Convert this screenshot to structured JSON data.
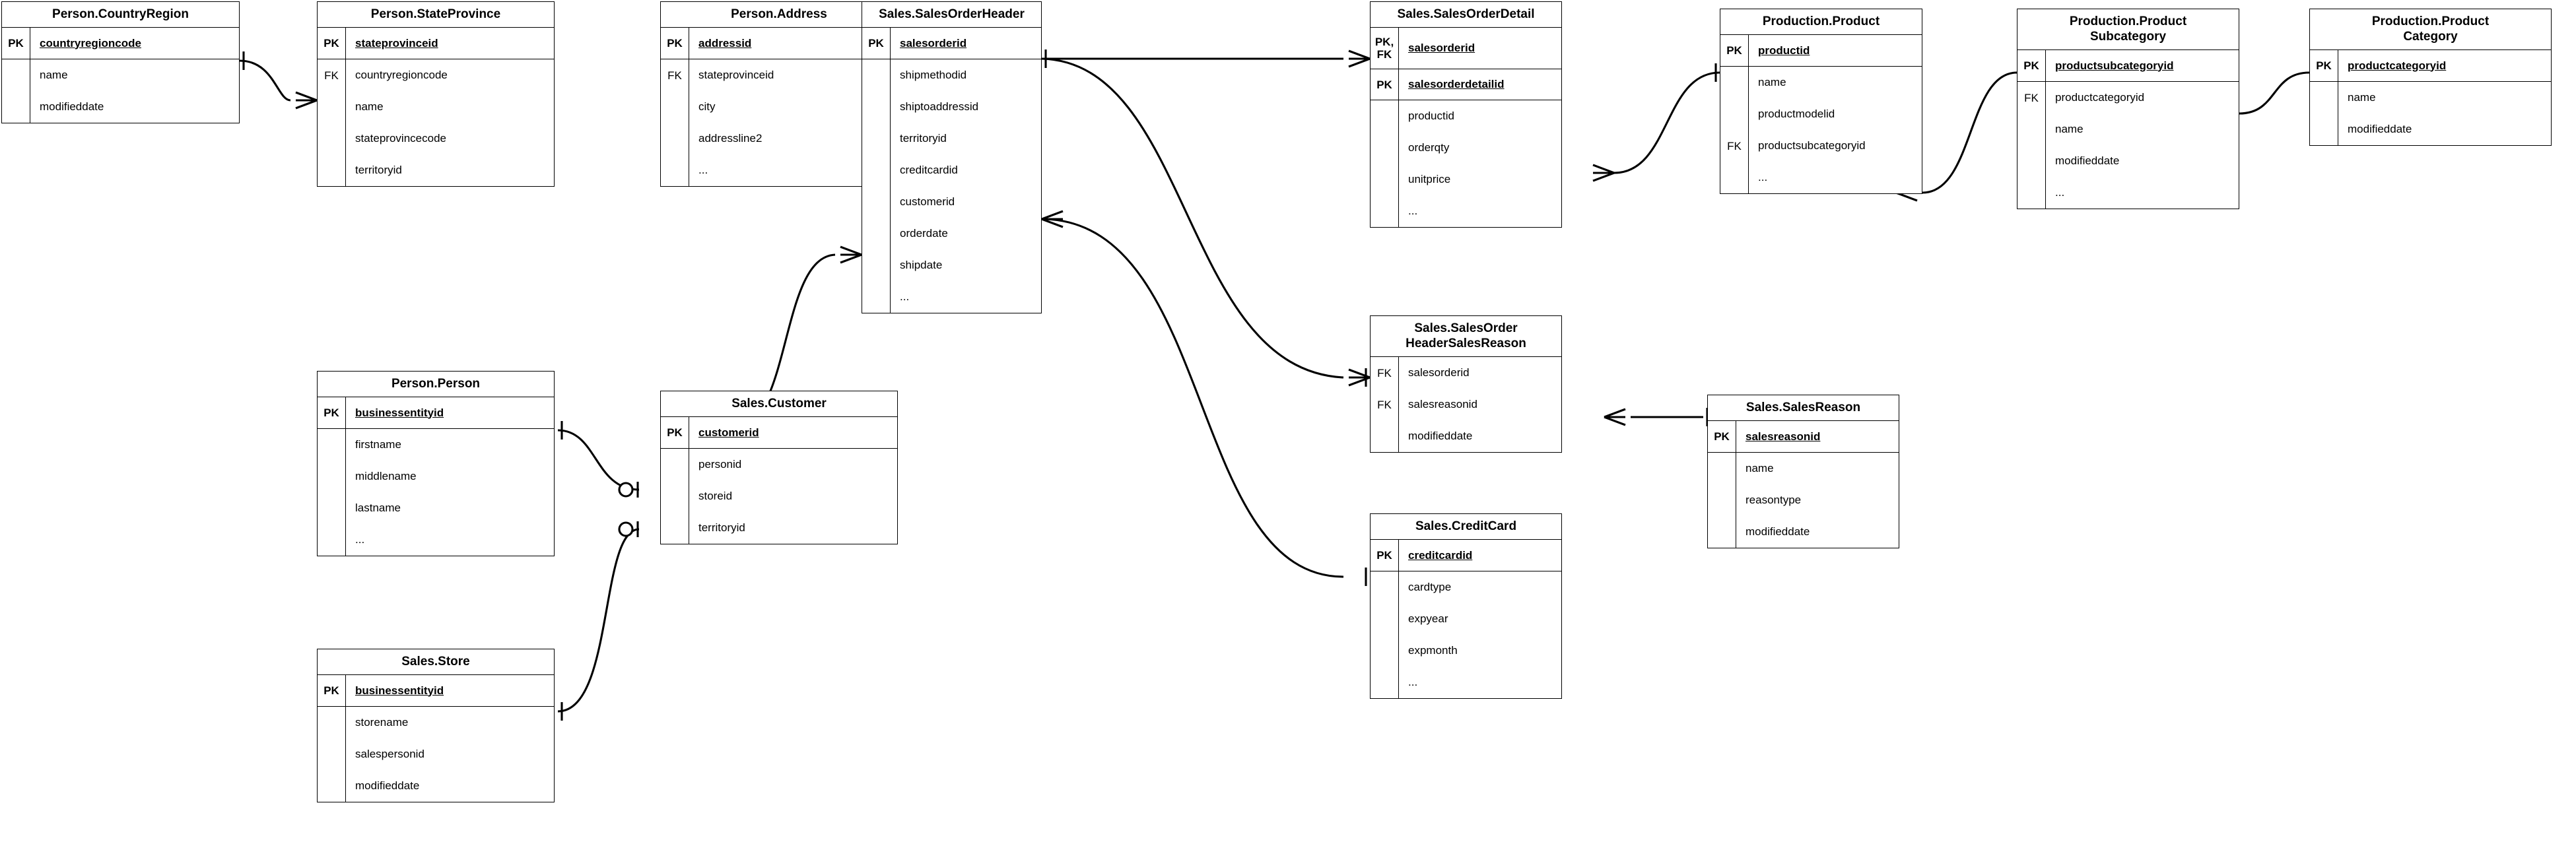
{
  "diagram": {
    "kind": "entity-relationship-diagram",
    "notation": "crow's-foot",
    "colors": {
      "background": "#ffffff",
      "stroke": "#000000",
      "fill": "#ffffff",
      "text": "#000000"
    },
    "key_labels": {
      "pk": "PK",
      "fk": "FK",
      "pk_fk": "PK,\nFK"
    },
    "ellipsis": "..."
  },
  "entities": [
    {
      "id": "person-countryregion",
      "title": "Person.CountryRegion",
      "pk": [
        {
          "key": "PK",
          "name": "countryregioncode"
        }
      ],
      "fields": [
        {
          "key": "",
          "name": "name"
        },
        {
          "key": "",
          "name": "modifieddate"
        }
      ]
    },
    {
      "id": "person-stateprovince",
      "title": "Person.StateProvince",
      "pk": [
        {
          "key": "PK",
          "name": "stateprovinceid"
        }
      ],
      "fields": [
        {
          "key": "FK",
          "name": "countryregioncode"
        },
        {
          "key": "",
          "name": "name"
        },
        {
          "key": "",
          "name": "stateprovincecode"
        },
        {
          "key": "",
          "name": "territoryid"
        }
      ]
    },
    {
      "id": "person-address",
      "title": "Person.Address",
      "pk": [
        {
          "key": "PK",
          "name": "addressid"
        }
      ],
      "fields": [
        {
          "key": "FK",
          "name": "stateprovinceid"
        },
        {
          "key": "",
          "name": "city"
        },
        {
          "key": "",
          "name": "addressline2"
        },
        {
          "key": "",
          "name": "..."
        }
      ]
    },
    {
      "id": "sales-salesorderheader",
      "title": "Sales.SalesOrderHeader",
      "pk": [
        {
          "key": "PK",
          "name": "salesorderid"
        }
      ],
      "fields": [
        {
          "key": "",
          "name": "shipmethodid"
        },
        {
          "key": "",
          "name": "shiptoaddressid"
        },
        {
          "key": "",
          "name": "territoryid"
        },
        {
          "key": "",
          "name": "creditcardid"
        },
        {
          "key": "",
          "name": "customerid"
        },
        {
          "key": "",
          "name": "orderdate"
        },
        {
          "key": "",
          "name": "shipdate"
        },
        {
          "key": "",
          "name": "..."
        }
      ]
    },
    {
      "id": "sales-salesorderdetail",
      "title": "Sales.SalesOrderDetail",
      "pk": [
        {
          "key": "PK,\nFK",
          "name": "salesorderid"
        },
        {
          "key": "PK",
          "name": "salesorderdetailid"
        }
      ],
      "fields": [
        {
          "key": "",
          "name": "productid"
        },
        {
          "key": "",
          "name": "orderqty"
        },
        {
          "key": "",
          "name": "unitprice"
        },
        {
          "key": "",
          "name": "..."
        }
      ]
    },
    {
      "id": "production-product",
      "title": "Production.Product",
      "pk": [
        {
          "key": "PK",
          "name": "productid"
        }
      ],
      "fields": [
        {
          "key": "",
          "name": "name"
        },
        {
          "key": "",
          "name": "productmodelid"
        },
        {
          "key": "FK",
          "name": "productsubcategoryid"
        },
        {
          "key": "",
          "name": "..."
        }
      ]
    },
    {
      "id": "production-productsubcategory",
      "title": "Production.Product\nSubcategory",
      "pk": [
        {
          "key": "PK",
          "name": "productsubcategoryid"
        }
      ],
      "fields": [
        {
          "key": "FK",
          "name": "productcategoryid"
        },
        {
          "key": "",
          "name": "name"
        },
        {
          "key": "",
          "name": "modifieddate"
        },
        {
          "key": "",
          "name": "..."
        }
      ]
    },
    {
      "id": "production-productcategory",
      "title": "Production.Product\nCategory",
      "pk": [
        {
          "key": "PK",
          "name": "productcategoryid"
        }
      ],
      "fields": [
        {
          "key": "",
          "name": "name"
        },
        {
          "key": "",
          "name": "modifieddate"
        }
      ]
    },
    {
      "id": "person-person",
      "title": "Person.Person",
      "pk": [
        {
          "key": "PK",
          "name": "businessentityid"
        }
      ],
      "fields": [
        {
          "key": "",
          "name": "firstname"
        },
        {
          "key": "",
          "name": "middlename"
        },
        {
          "key": "",
          "name": "lastname"
        },
        {
          "key": "",
          "name": "..."
        }
      ]
    },
    {
      "id": "sales-customer",
      "title": "Sales.Customer",
      "pk": [
        {
          "key": "PK",
          "name": "customerid"
        }
      ],
      "fields": [
        {
          "key": "",
          "name": "personid"
        },
        {
          "key": "",
          "name": "storeid"
        },
        {
          "key": "",
          "name": "territoryid"
        }
      ]
    },
    {
      "id": "sales-store",
      "title": "Sales.Store",
      "pk": [
        {
          "key": "PK",
          "name": "businessentityid"
        }
      ],
      "fields": [
        {
          "key": "",
          "name": "storename"
        },
        {
          "key": "",
          "name": "salespersonid"
        },
        {
          "key": "",
          "name": "modifieddate"
        }
      ]
    },
    {
      "id": "sales-salesorderheadersalesreason",
      "title": "Sales.SalesOrder\nHeaderSalesReason",
      "pk": [],
      "fields": [
        {
          "key": "FK",
          "name": "salesorderid"
        },
        {
          "key": "FK",
          "name": "salesreasonid"
        },
        {
          "key": "",
          "name": "modifieddate"
        }
      ]
    },
    {
      "id": "sales-salesreason",
      "title": "Sales.SalesReason",
      "pk": [
        {
          "key": "PK",
          "name": "salesreasonid"
        }
      ],
      "fields": [
        {
          "key": "",
          "name": "name"
        },
        {
          "key": "",
          "name": "reasontype"
        },
        {
          "key": "",
          "name": "modifieddate"
        }
      ]
    },
    {
      "id": "sales-creditcard",
      "title": "Sales.CreditCard",
      "pk": [
        {
          "key": "PK",
          "name": "creditcardid"
        }
      ],
      "fields": [
        {
          "key": "",
          "name": "cardtype"
        },
        {
          "key": "",
          "name": "expyear"
        },
        {
          "key": "",
          "name": "expmonth"
        },
        {
          "key": "",
          "name": "..."
        }
      ]
    }
  ],
  "relationships": [
    {
      "from": "person-countryregion.countryregioncode",
      "to": "person-stateprovince.countryregioncode",
      "from_card": "one",
      "to_card": "many"
    },
    {
      "from": "person-stateprovince.stateprovinceid",
      "to": "person-address.stateprovinceid",
      "from_card": "one",
      "to_card": "many"
    },
    {
      "from": "person-address.addressid",
      "to": "sales-salesorderheader.shiptoaddressid",
      "from_card": "one",
      "to_card": "many"
    },
    {
      "from": "sales-salesorderheader.salesorderid",
      "to": "sales-salesorderdetail.salesorderid",
      "from_card": "one",
      "to_card": "many"
    },
    {
      "from": "sales-salesorderdetail.productid",
      "to": "production-product.productid",
      "from_card": "many",
      "to_card": "one"
    },
    {
      "from": "production-productsubcategory.productsubcategoryid",
      "to": "production-product.productsubcategoryid",
      "from_card": "one",
      "to_card": "many"
    },
    {
      "from": "production-productcategory.productcategoryid",
      "to": "production-productsubcategory.productcategoryid",
      "from_card": "one",
      "to_card": "many"
    },
    {
      "from": "sales-salesorderheader.salesorderid",
      "to": "sales-salesorderheadersalesreason.salesorderid",
      "from_card": "one",
      "to_card": "many"
    },
    {
      "from": "sales-salesreason.salesreasonid",
      "to": "sales-salesorderheadersalesreason.salesreasonid",
      "from_card": "one",
      "to_card": "many"
    },
    {
      "from": "sales-creditcard.creditcardid",
      "to": "sales-salesorderheader.creditcardid",
      "from_card": "one",
      "to_card": "many"
    },
    {
      "from": "sales-customer.customerid",
      "to": "sales-salesorderheader.customerid",
      "from_card": "one",
      "to_card": "many"
    },
    {
      "from": "person-person.businessentityid",
      "to": "sales-customer.personid",
      "from_card": "one",
      "to_card": "zero-or-one"
    },
    {
      "from": "sales-store.businessentityid",
      "to": "sales-customer.storeid",
      "from_card": "one",
      "to_card": "zero-or-one"
    }
  ]
}
